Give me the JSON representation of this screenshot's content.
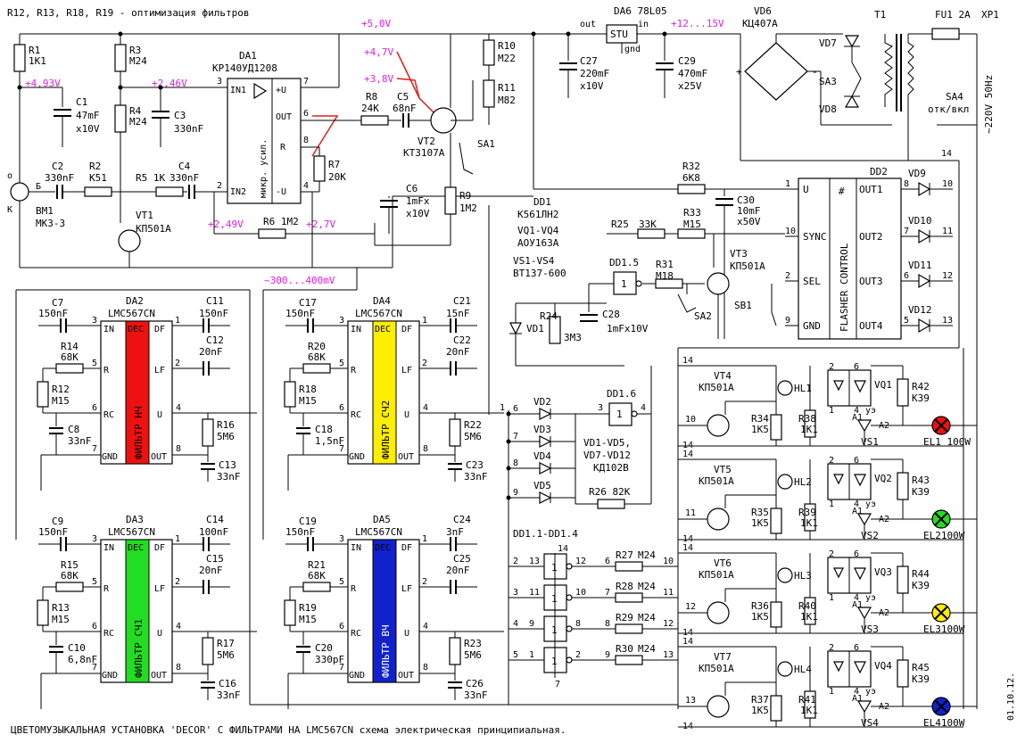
{
  "header_note": "R12, R13, R18, R19 - оптимизация фильтров",
  "footer_caption": "ЦВЕТОМУЗЫКАЛЬНАЯ УСТАНОВКА 'DECOR' С ФИЛЬТРАМИ НА LMC567CN схема электрическая принципиальная.",
  "date": "01.10.12.",
  "voltages": {
    "v_plus5": "+5,0V",
    "v_47": "+4,7V",
    "v_38": "+3,8V",
    "v_493": "+4,93V",
    "v_246": "+2,46V",
    "v_249": "+2,49V",
    "v_27": "+2,7V",
    "v_mv": "~300...400mV",
    "v_1215": "+12...15V"
  },
  "mains": {
    "xp": "XP1",
    "fu": "FU1 2A",
    "t": "T1",
    "label": "~220V 50Hz",
    "sa4": "SA4",
    "sa4_txt": "отк/вкл",
    "vd6": "VD6",
    "vd6_t": "КЦ407А",
    "sa3": "SA3",
    "vd7": "VD7",
    "vd8": "VD8"
  },
  "reg": {
    "name": "DA6 78L05",
    "out": "out",
    "in": "in",
    "gnd": "gnd",
    "body": "STU"
  },
  "caps_top": {
    "c27": [
      "C27",
      "220mF",
      "x10V"
    ],
    "c29": [
      "C29",
      "470mF",
      "x25V"
    ],
    "c1": [
      "C1",
      "47mF",
      "x10V"
    ],
    "c3": [
      "C3",
      "330nF"
    ],
    "c2": [
      "C2",
      "330nF"
    ],
    "c4": [
      "C4",
      "330nF"
    ],
    "c5": [
      "C5",
      "68nF"
    ],
    "c6": [
      "C6",
      "1mFx",
      "x10V"
    ],
    "c30": [
      "C30",
      "10mF",
      "x50V"
    ],
    "c28": [
      "C28",
      "1mFx10V"
    ]
  },
  "res_top": {
    "r1": [
      "R1",
      "1K1"
    ],
    "r3": [
      "R3",
      "M24"
    ],
    "r4": [
      "R4",
      "M24"
    ],
    "r2": [
      "R2",
      "K51"
    ],
    "r5": [
      "R5 1K"
    ],
    "r6": [
      "R6 1M2"
    ],
    "r7": [
      "R7",
      "20K"
    ],
    "r8": [
      "R8",
      "24K"
    ],
    "r10": [
      "R10",
      "M22"
    ],
    "r11": [
      "R11",
      "M82"
    ],
    "r9": [
      "R9",
      "1M2"
    ],
    "r32": [
      "R32",
      "6K8"
    ],
    "r33": [
      "R33",
      "M15"
    ],
    "r25": [
      "R25",
      "33K"
    ],
    "r31": [
      "R31",
      "M18"
    ],
    "r24": [
      "R24",
      "3M3"
    ],
    "r26": [
      "R26 82K"
    ]
  },
  "misc": {
    "bm1": [
      "BM1",
      "MK3-3"
    ],
    "vt1": [
      "VT1",
      "КП501А"
    ],
    "vt2": [
      "VT2",
      "КТ3107А"
    ],
    "sa1": "SA1",
    "sa2": "SA2",
    "sb1": "SB1",
    "vt3": [
      "VT3",
      "КП501А"
    ],
    "dd1": [
      "DD1",
      "К561ЛН2"
    ],
    "vq": [
      "VQ1-VQ4",
      "АОУ163А"
    ],
    "vs": [
      "VS1-VS4",
      "BT137-600"
    ],
    "dd15": "DD1.5",
    "dd16": "DD1.6",
    "dd1114": "DD1.1-DD1.4",
    "vd1": "VD1",
    "diodes": [
      "VD2",
      "VD3",
      "VD4",
      "VD5"
    ],
    "diode_note": [
      "VD1-VD5,",
      "VD7-VD12",
      "КД102В"
    ]
  },
  "da1": {
    "name": "DA1",
    "type": "КР140УД1208",
    "pins": [
      "IN1",
      "+U",
      "OUT",
      "R",
      "IN2",
      "-U"
    ],
    "body": "микр. усил.",
    "pin_nums": [
      "3",
      "7",
      "6",
      "8",
      "2",
      "4"
    ]
  },
  "filters": [
    {
      "id": "DA2",
      "type": "LMC567CN",
      "label": "ФИЛЬТР НЧ",
      "color": "#ee1111",
      "c_in": [
        "C7",
        "150nF"
      ],
      "r": [
        "R14",
        "68K"
      ],
      "rp": [
        "R12",
        "M15"
      ],
      "c_rc": [
        "C8",
        "33nF"
      ],
      "c_of": [
        "C11",
        "150nF"
      ],
      "c_lf": [
        "C12",
        "20nF"
      ],
      "r_out": [
        "R16",
        "5M6"
      ],
      "c_out": [
        "C13",
        "33nF"
      ]
    },
    {
      "id": "DA4",
      "type": "LMC567CN",
      "label": "ФИЛЬТР СЧ2",
      "color": "#ffee00",
      "c_in": [
        "C17",
        "150nF"
      ],
      "r": [
        "R20",
        "68K"
      ],
      "rp": [
        "R18",
        "M15"
      ],
      "c_rc": [
        "C18",
        "1,5nF"
      ],
      "c_of": [
        "C21",
        "15nF"
      ],
      "c_lf": [
        "C22",
        "20nF"
      ],
      "r_out": [
        "R22",
        "5M6"
      ],
      "c_out": [
        "C23",
        "33nF"
      ]
    },
    {
      "id": "DA3",
      "type": "LMC567CN",
      "label": "ФИЛЬТР СЧ1",
      "color": "#22dd22",
      "c_in": [
        "C9",
        "150nF"
      ],
      "r": [
        "R15",
        "68K"
      ],
      "rp": [
        "R13",
        "M15"
      ],
      "c_rc": [
        "C10",
        "6,8nF"
      ],
      "c_of": [
        "C14",
        "100nF"
      ],
      "c_lf": [
        "C15",
        "20nF"
      ],
      "r_out": [
        "R17",
        "5M6"
      ],
      "c_out": [
        "C16",
        "33nF"
      ]
    },
    {
      "id": "DA5",
      "type": "LMC567CN",
      "label": "ФИЛЬТР ВЧ",
      "color": "#1122cc",
      "c_in": [
        "C19",
        "150nF"
      ],
      "r": [
        "R21",
        "68K"
      ],
      "rp": [
        "R19",
        "M15"
      ],
      "c_rc": [
        "C20",
        "330pF"
      ],
      "c_of": [
        "C24",
        "3nF"
      ],
      "c_lf": [
        "C25",
        "20nF"
      ],
      "r_out": [
        "R23",
        "5M6"
      ],
      "c_out": [
        "C26",
        "33nF"
      ]
    }
  ],
  "filter_pins": {
    "in": "IN",
    "dec": "DEC",
    "df": "DF",
    "r": "R",
    "lf": "LF",
    "rc": "RC",
    "u": "U",
    "gnd": "GND",
    "out": "OUT"
  },
  "dd2": {
    "name": "DD2",
    "body": "FLASHER CONTROL",
    "hash": "#",
    "pins_l": [
      "U",
      "SYNC",
      "SEL",
      "GND"
    ],
    "pins_r": [
      "OUT1",
      "OUT2",
      "OUT3",
      "OUT4"
    ],
    "nums_l": [
      "1",
      "10",
      "2",
      "9"
    ],
    "nums_r": [
      "8",
      "7",
      "6",
      "5"
    ],
    "vds": [
      "VD9",
      "VD10",
      "VD11",
      "VD12"
    ],
    "out_nums": [
      "10",
      "11",
      "12",
      "13"
    ]
  },
  "inv_res": [
    [
      "R27",
      "M24"
    ],
    [
      "R28",
      "M24"
    ],
    [
      "R29",
      "M24"
    ],
    [
      "R30",
      "M24"
    ]
  ],
  "channels": [
    {
      "vt": "VT4",
      "vt_t": "КП501А",
      "hl": "HL1",
      "vq": "VQ1",
      "vs": "VS1",
      "ra": [
        "R34",
        "1K5"
      ],
      "rb": [
        "R38",
        "1K1"
      ],
      "rc": [
        "R42",
        "K39"
      ],
      "el": "EL1 100W",
      "lamp": "#ee1111",
      "in": "10"
    },
    {
      "vt": "VT5",
      "vt_t": "КП501А",
      "hl": "HL2",
      "vq": "VQ2",
      "vs": "VS2",
      "ra": [
        "R35",
        "1K5"
      ],
      "rb": [
        "R39",
        "1K1"
      ],
      "rc": [
        "R43",
        "K39"
      ],
      "el": "EL2100W",
      "lamp": "#22dd22",
      "in": "11"
    },
    {
      "vt": "VT6",
      "vt_t": "КП501А",
      "hl": "HL3",
      "vq": "VQ3",
      "vs": "VS3",
      "ra": [
        "R36",
        "1K5"
      ],
      "rb": [
        "R40",
        "1K1"
      ],
      "rc": [
        "R44",
        "K39"
      ],
      "el": "EL3100W",
      "lamp": "#ffee00",
      "in": "12"
    },
    {
      "vt": "VT7",
      "vt_t": "КП501А",
      "hl": "HL4",
      "vq": "VQ4",
      "vs": "VS4",
      "ra": [
        "R37",
        "1K5"
      ],
      "rb": [
        "R41",
        "1K1"
      ],
      "rc": [
        "R45",
        "K39"
      ],
      "el": "EL4100W",
      "lamp": "#1122cc",
      "in": "13"
    }
  ],
  "net14": "14",
  "triac_pins": {
    "a1": "A1",
    "a2": "A2",
    "ue": "уэ"
  }
}
